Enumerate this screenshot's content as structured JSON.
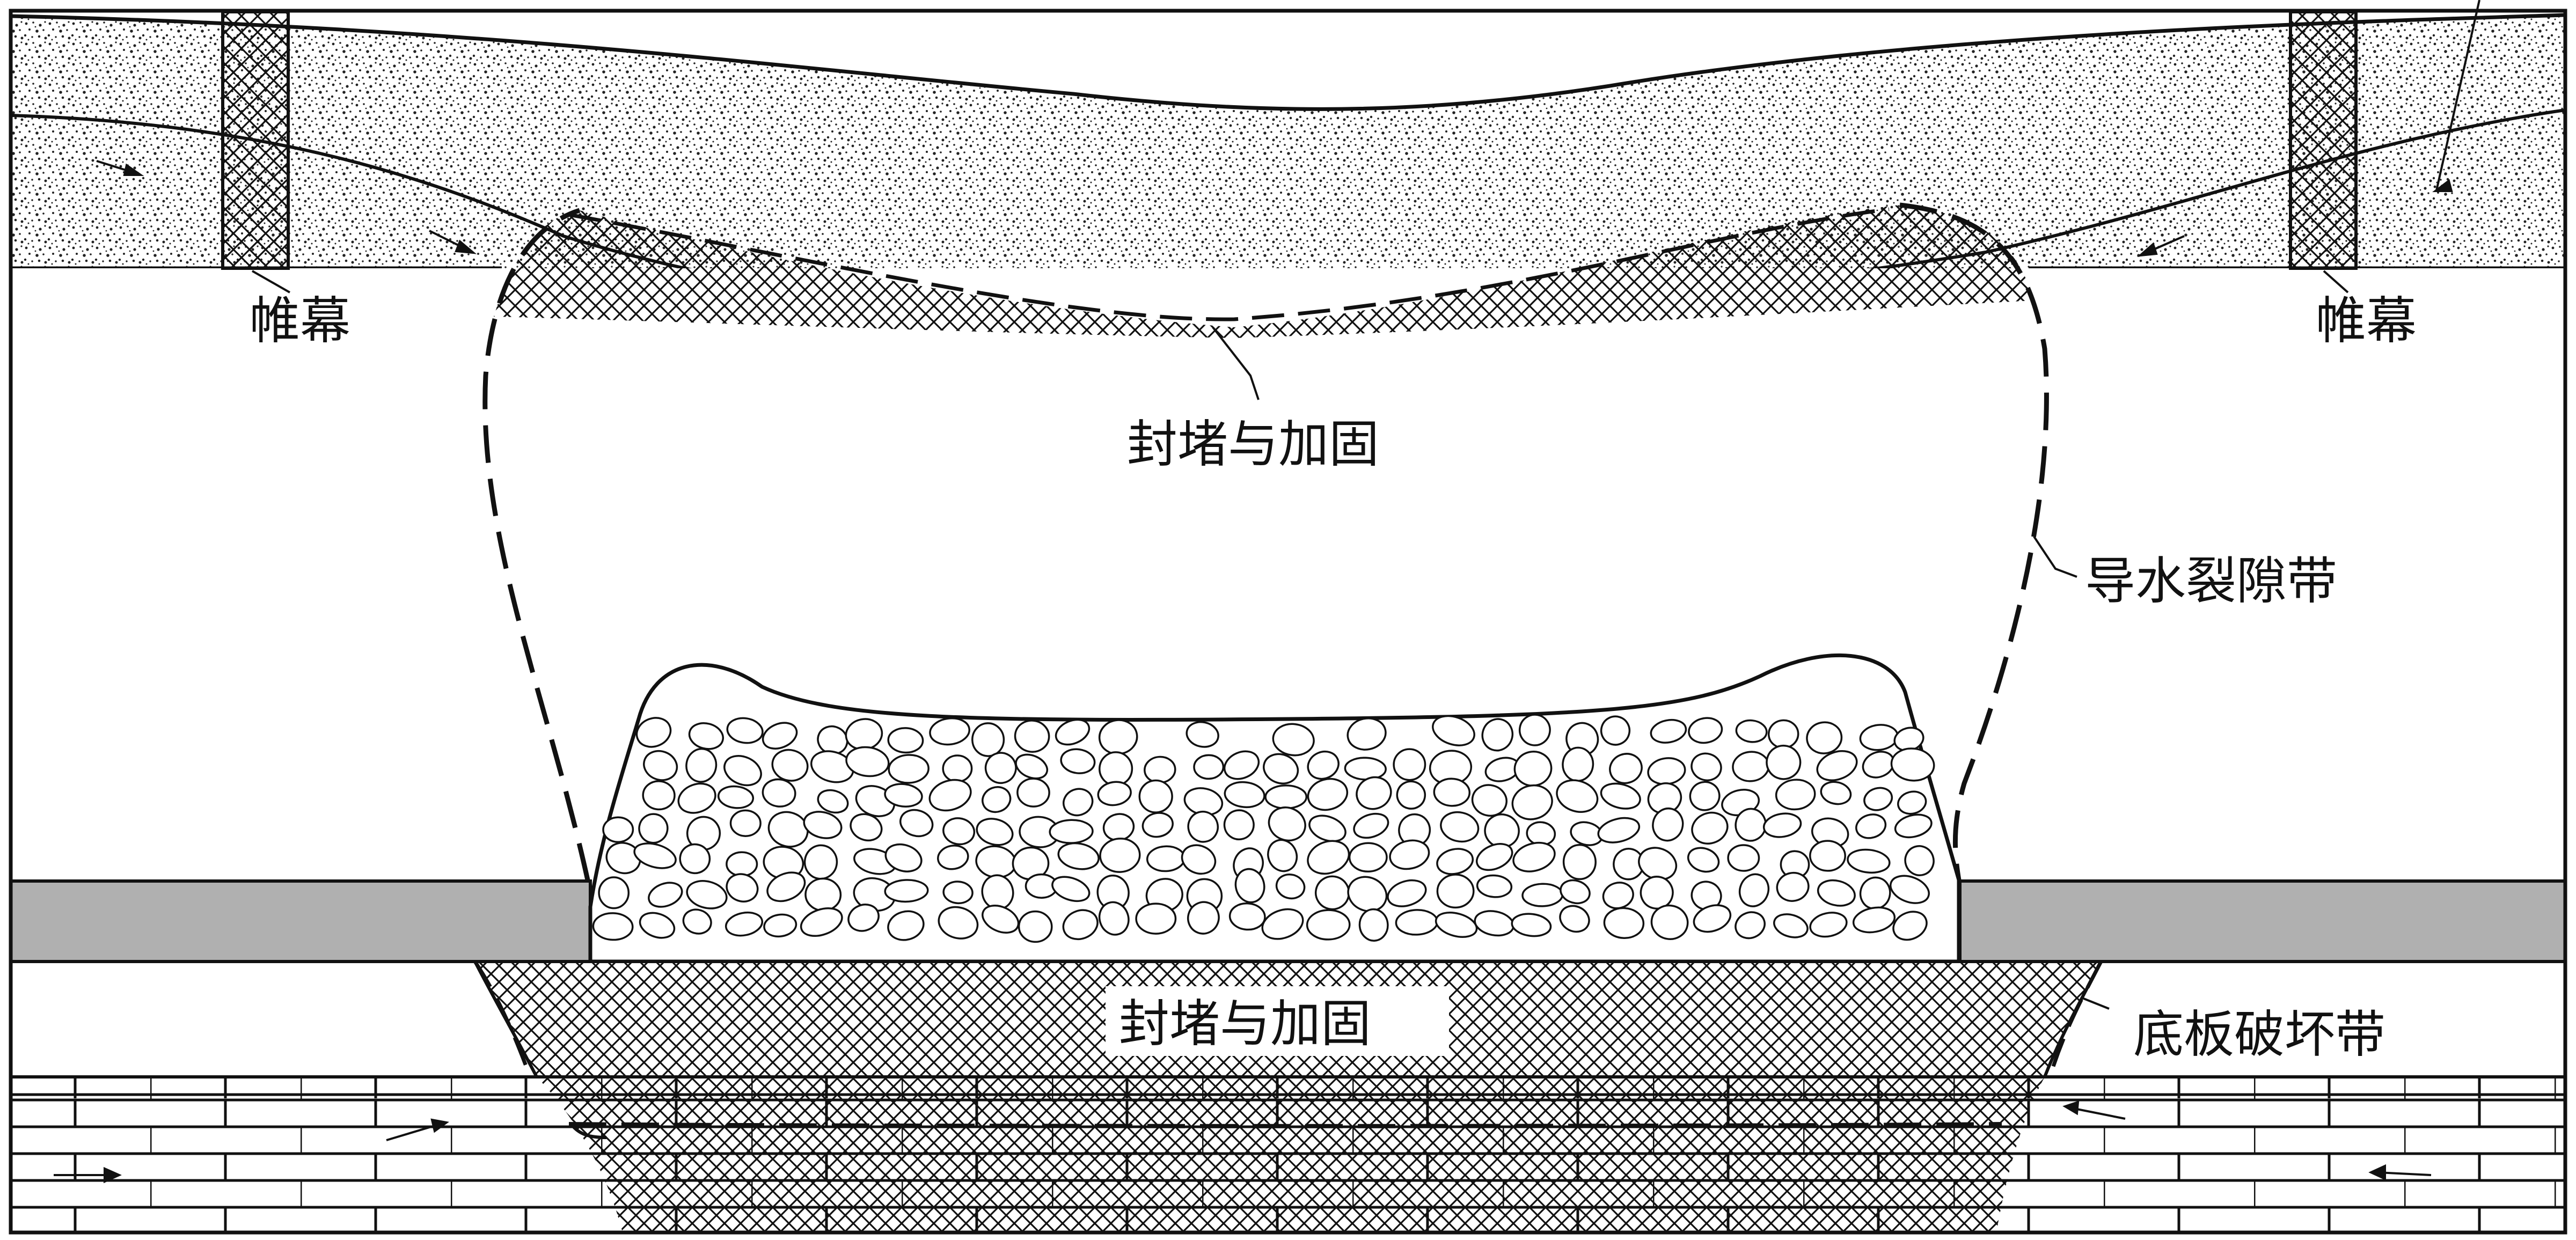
{
  "labels": {
    "curtain_left": "帷幕",
    "curtain_right": "帷幕",
    "sealing_upper": "封堵与加固",
    "fracture_zone": "导水裂隙带",
    "sealing_lower": "封堵与加固",
    "floor_failure_zone": "底板破坏带"
  },
  "colors": {
    "coal_seam": "#b0b0b0",
    "line": "#111111",
    "background": "#ffffff"
  }
}
